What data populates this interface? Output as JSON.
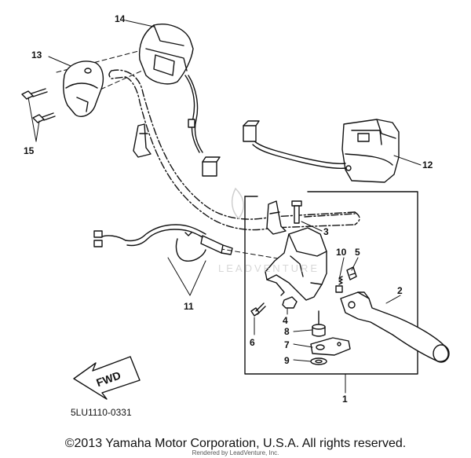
{
  "diagram": {
    "callouts": [
      {
        "id": "1",
        "label": "1"
      },
      {
        "id": "2",
        "label": "2"
      },
      {
        "id": "3",
        "label": "3"
      },
      {
        "id": "4",
        "label": "4"
      },
      {
        "id": "5",
        "label": "5"
      },
      {
        "id": "6",
        "label": "6"
      },
      {
        "id": "7",
        "label": "7"
      },
      {
        "id": "8",
        "label": "8"
      },
      {
        "id": "9",
        "label": "9"
      },
      {
        "id": "10",
        "label": "10"
      },
      {
        "id": "11",
        "label": "11"
      },
      {
        "id": "12",
        "label": "12"
      },
      {
        "id": "13",
        "label": "13"
      },
      {
        "id": "14",
        "label": "14"
      },
      {
        "id": "15",
        "label": "15"
      }
    ],
    "fwd_label": "FWD",
    "part_code": "5LU1110-0331",
    "watermark": "LEADVENTURE",
    "copyright": "©2013 Yamaha Motor Corporation, U.S.A. All rights reserved.",
    "credit": "Rendered by LeadVenture, Inc."
  }
}
